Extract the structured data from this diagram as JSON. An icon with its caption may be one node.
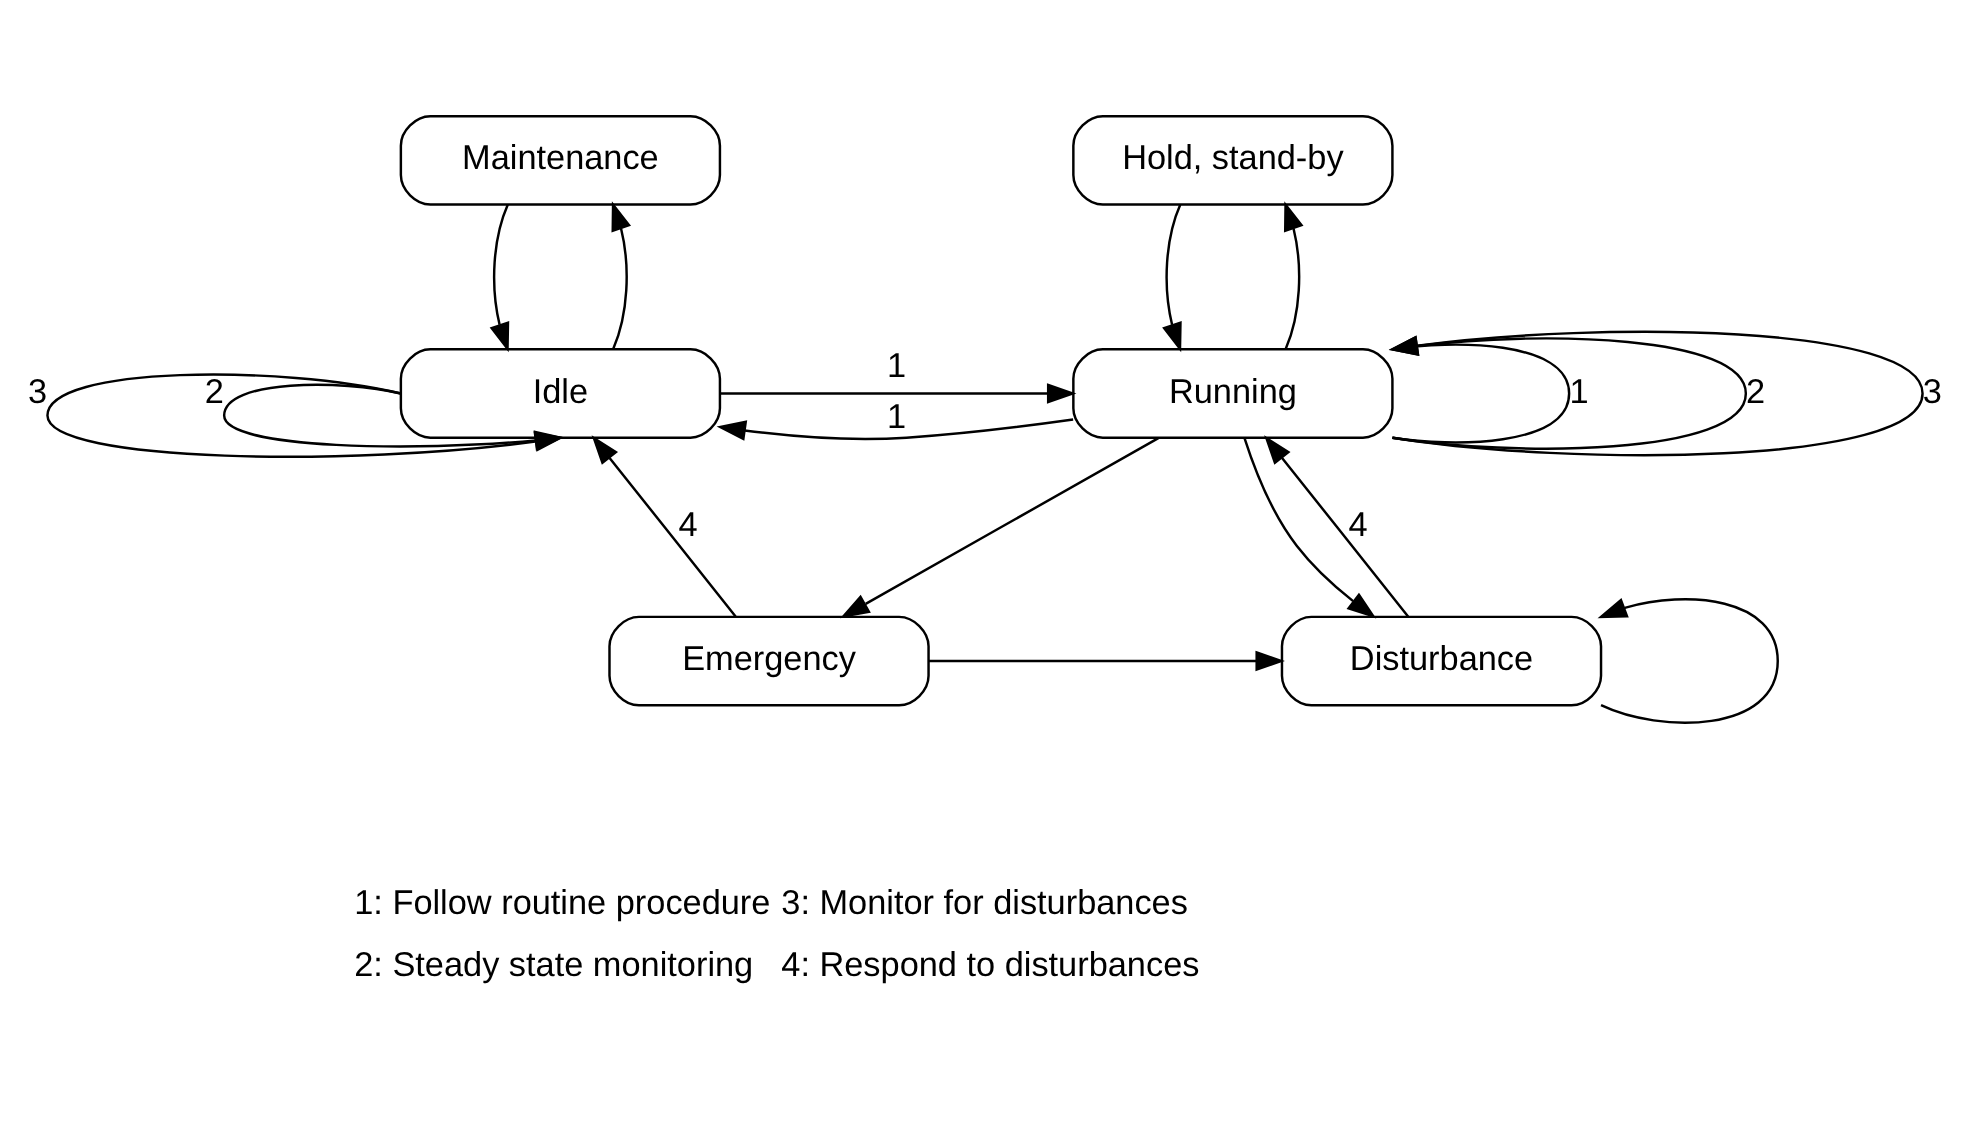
{
  "diagram": {
    "nodes": [
      {
        "text": [
          "Maintenance"
        ]
      },
      {
        "text": [
          "Hold, stand-by"
        ]
      },
      {
        "text": [
          "Idle"
        ]
      },
      {
        "text": [
          "Running"
        ]
      },
      {
        "text": [
          "Emergency"
        ]
      },
      {
        "text": [
          "Disturbance"
        ]
      }
    ],
    "edges": [
      {
        "from": 0,
        "to": 2,
        "arrow": "to"
      },
      {
        "from": 2,
        "to": 0,
        "arrow": "to"
      },
      {
        "from": 1,
        "to": 3,
        "arrow": "to"
      },
      {
        "from": 3,
        "to": 1,
        "arrow": "to"
      },
      {
        "from": 2,
        "to": 3,
        "label": "1",
        "arrow": "to"
      },
      {
        "from": 3,
        "to": 2,
        "label": "1",
        "arrow": "to"
      },
      {
        "from": 2,
        "to": 2,
        "label": "2",
        "arrow": "to"
      },
      {
        "from": 2,
        "to": 2,
        "label": "3",
        "arrow": "to"
      },
      {
        "from": 3,
        "to": 3,
        "label": "1",
        "arrow": "none"
      },
      {
        "from": 3,
        "to": 3,
        "label": "2",
        "arrow": "to"
      },
      {
        "from": 3,
        "to": 3,
        "label": "3",
        "arrow": "to"
      },
      {
        "from": 3,
        "to": 4,
        "arrow": "to"
      },
      {
        "from": 3,
        "to": 5,
        "arrow": "to"
      },
      {
        "from": 5,
        "to": 3,
        "label": "4",
        "arrow": "to"
      },
      {
        "from": 4,
        "to": 2,
        "label": "4",
        "arrow": "to"
      },
      {
        "from": 4,
        "to": 5,
        "arrow": "to"
      },
      {
        "from": 5,
        "to": 5,
        "arrow": "to"
      }
    ],
    "labels": [
      "1: Follow routine procedure",
      "3: Monitor for disturbances",
      "2: Steady state monitoring",
      "4: Respond to disturbances"
    ]
  }
}
